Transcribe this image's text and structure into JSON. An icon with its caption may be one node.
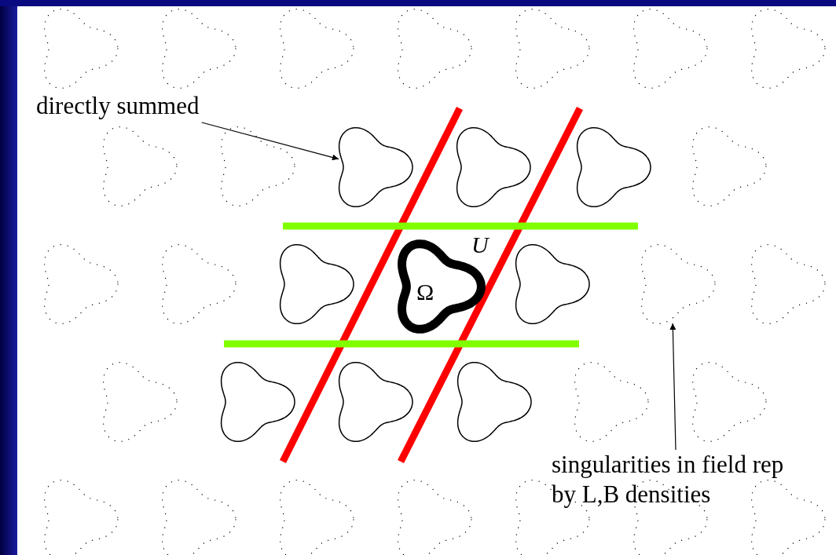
{
  "diagram": {
    "nodes": [
      {
        "text": [
          "directly summed"
        ]
      },
      {
        "text": [],
        "shape": "trefoil"
      },
      {
        "text": [],
        "shape": "trefoil"
      },
      {
        "text": [],
        "shape": "trefoil"
      },
      {
        "text": [],
        "shape": "trefoil"
      },
      {
        "text": [
          "Ω"
        ],
        "beside": [
          "U"
        ]
      },
      {
        "text": [],
        "shape": "trefoil"
      },
      {
        "text": [],
        "shape": "trefoil"
      },
      {
        "text": [],
        "shape": "trefoil"
      },
      {
        "text": [],
        "shape": "trefoil"
      },
      {
        "text": [],
        "shape": "trefoil"
      },
      {
        "text": [
          "singularities in field rep by L,B densities"
        ]
      }
    ],
    "edges": [
      {
        "from": 0,
        "to": 1,
        "arrow": "to"
      },
      {
        "from": 11,
        "to": 7,
        "arrow": "to"
      }
    ]
  }
}
